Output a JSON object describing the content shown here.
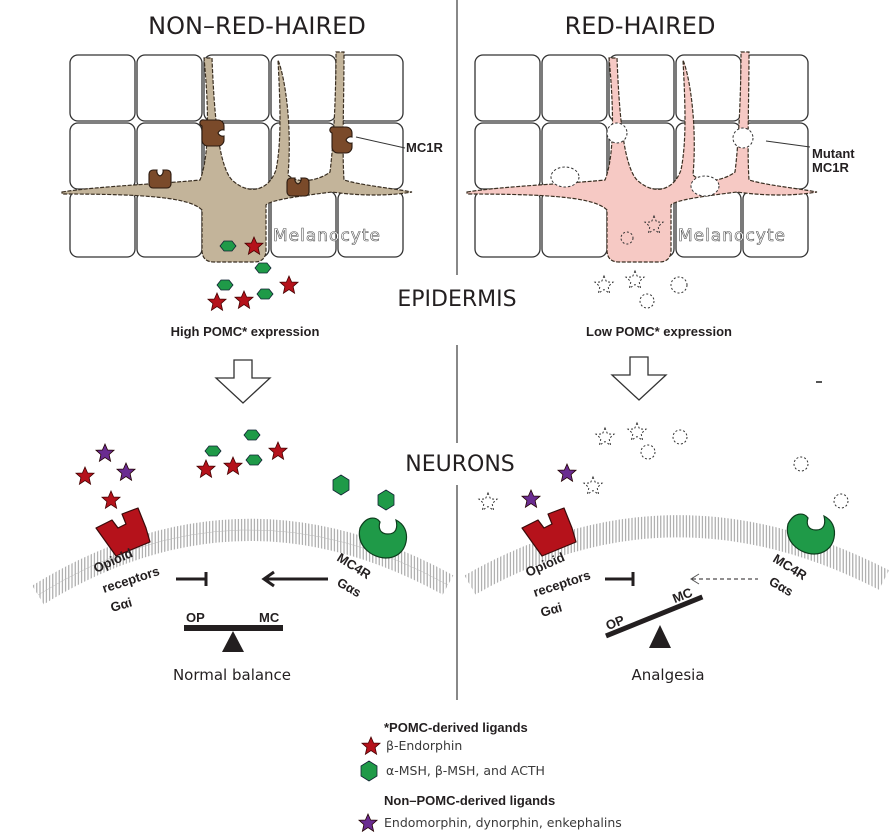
{
  "titles": {
    "left": "NON–RED-HAIRED",
    "right": "RED-HAIRED"
  },
  "sections": {
    "epidermis": "EPIDERMIS",
    "neurons": "NEURONS"
  },
  "left_panel": {
    "receptor_label": "MC1R",
    "cell_label": "Melanocyte",
    "expression_label": "High POMC* expression",
    "opioid_label": [
      "Opioid",
      "receptors",
      "Gαi"
    ],
    "mc4r_label": [
      "MC4R",
      "Gαs"
    ],
    "balance_left": "OP",
    "balance_right": "MC",
    "outcome": "Normal balance",
    "melanocyte_color": "#c3b49a",
    "mc4r_signal": "solid"
  },
  "right_panel": {
    "receptor_label": [
      "Mutant",
      "MC1R"
    ],
    "cell_label": "Melanocyte",
    "expression_label": "Low POMC* expression",
    "opioid_label": [
      "Opioid",
      "receptors",
      "Gαi"
    ],
    "mc4r_label": [
      "MC4R",
      "Gαs"
    ],
    "balance_left": "OP",
    "balance_right": "MC",
    "outcome": "Analgesia",
    "melanocyte_color": "#f6c9c4",
    "mc4r_signal": "dashed"
  },
  "legend": {
    "pomc_heading": "*POMC-derived ligands",
    "items_pomc": [
      {
        "icon": "red-star",
        "label": "β-Endorphin"
      },
      {
        "icon": "green-hexagon",
        "label": "α-MSH, β-MSH, and ACTH"
      }
    ],
    "non_pomc_heading": "Non–POMC-derived ligands",
    "items_non_pomc": [
      {
        "icon": "purple-star",
        "label": "Endomorphin, dynorphin, enkephalins"
      }
    ]
  },
  "colors": {
    "beta_endorphin": "#b5121b",
    "msh": "#1f9a48",
    "non_pomc": "#6a2c91",
    "opioid_receptor": "#b5121b",
    "mc4r": "#1f9a48",
    "mc1r": "#7a4a2a"
  }
}
